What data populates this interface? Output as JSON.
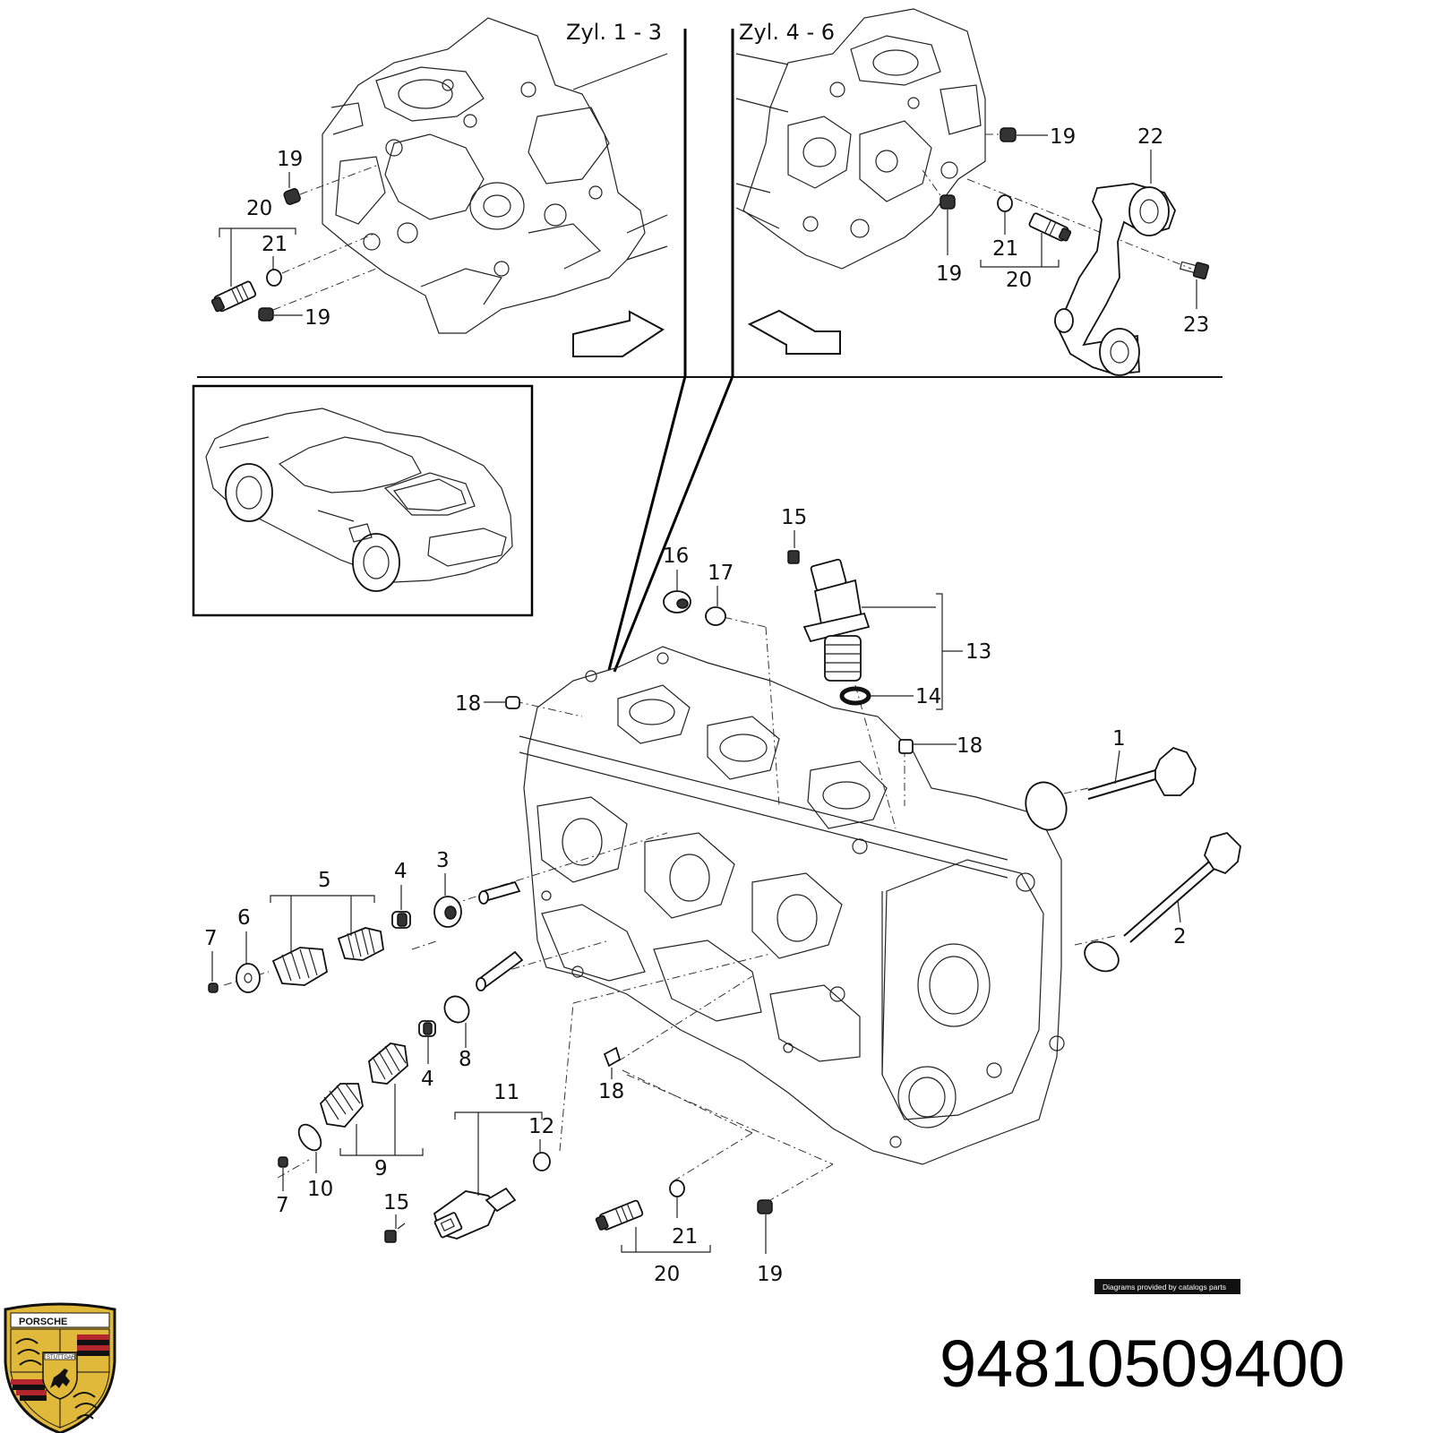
{
  "headers": {
    "left": "Zyl. 1 - 3",
    "right": "Zyl. 4 - 6"
  },
  "callouts": {
    "c1": "1",
    "c2": "2",
    "c3": "3",
    "c4a": "4",
    "c4b": "4",
    "c5": "5",
    "c6": "6",
    "c7a": "7",
    "c7b": "7",
    "c8": "8",
    "c9": "9",
    "c10": "10",
    "c11": "11",
    "c12": "12",
    "c13": "13",
    "c14": "14",
    "c15a": "15",
    "c15b": "15",
    "c16": "16",
    "c17": "17",
    "c18a": "18",
    "c18b": "18",
    "c18c": "18",
    "c19a": "19",
    "c19b": "19",
    "c19c": "19",
    "c19d": "19",
    "c19e": "19",
    "c20a": "20",
    "c20b": "20",
    "c20c": "20",
    "c21a": "21",
    "c21b": "21",
    "c21c": "21",
    "c22": "22",
    "c23": "23"
  },
  "credit": "Diagrams provided by catalogs parts",
  "part_number": "94810509400",
  "logo": {
    "wordmark": "PORSCHE",
    "city": "STUTTGART"
  },
  "colors": {
    "line": "#111111",
    "crest_gold": "#e0b83a",
    "crest_red": "#b3262b",
    "crest_black": "#111111"
  }
}
